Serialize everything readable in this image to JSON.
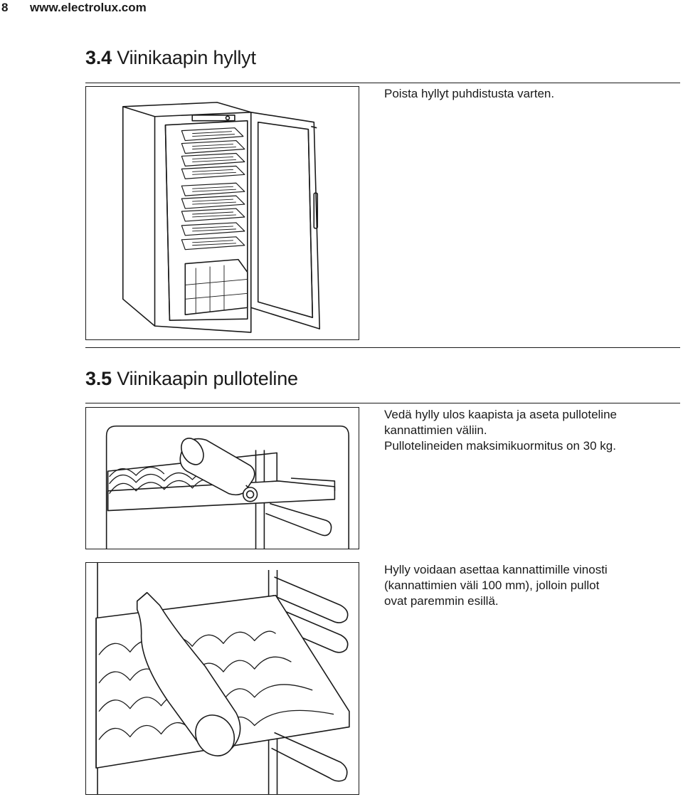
{
  "header": {
    "page_number": "8",
    "url": "www.electrolux.com"
  },
  "section_34": {
    "number": "3.4",
    "title": "Viinikaapin hyllyt",
    "text": "Poista hyllyt puhdistusta varten."
  },
  "section_35": {
    "number": "3.5",
    "title": "Viinikaapin pulloteline",
    "text_1_lines": [
      "Vedä hylly ulos kaapista ja aseta pulloteline",
      "kannattimien väliin.",
      "Pullotelineiden maksimikuormitus on 30 kg."
    ],
    "text_2_lines": [
      "Hylly voidaan asettaa kannattimille vinosti",
      "(kannattimien väli 100 mm), jolloin pullot",
      "ovat paremmin esillä."
    ]
  }
}
